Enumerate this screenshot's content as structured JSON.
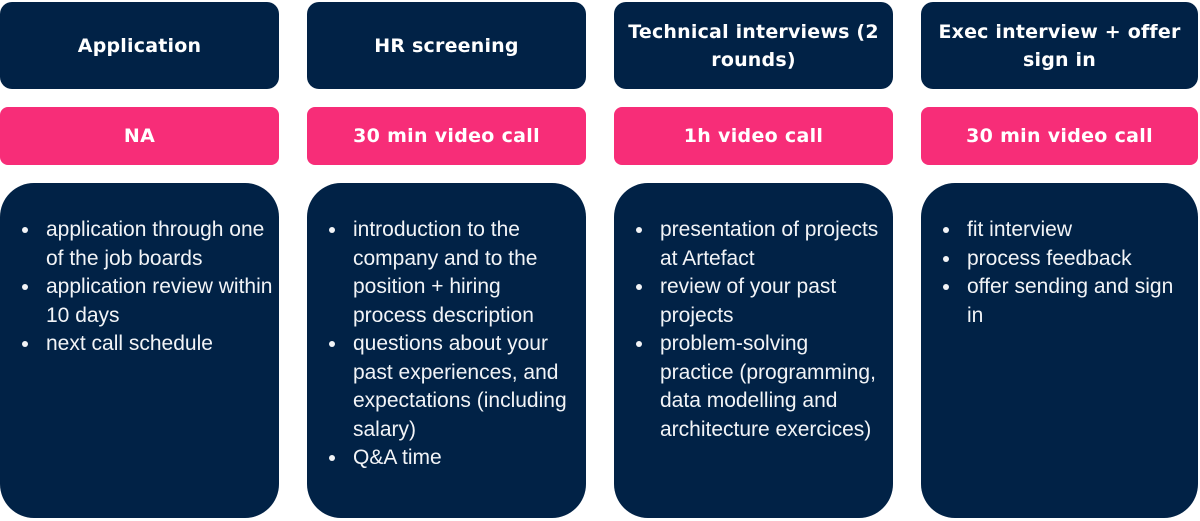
{
  "colors": {
    "navy": "#012246",
    "pink": "#f72d78",
    "text": "#ffffff"
  },
  "stages": [
    {
      "title": "Application",
      "format": "NA",
      "items": [
        "application through one of the job boards",
        "application review within 10 days",
        "next call schedule"
      ]
    },
    {
      "title": "HR screening",
      "format": "30 min video call",
      "items": [
        "introduction to the company and to the position + hiring process description",
        "questions about your past experiences, and expectations (including salary)",
        "Q&A time"
      ]
    },
    {
      "title": "Technical interviews (2 rounds)",
      "format": "1h video call",
      "items": [
        "presentation of projects at Artefact",
        "review of your past projects",
        "problem-solving practice (programming, data modelling and architecture exercices)"
      ]
    },
    {
      "title": "Exec interview + offer sign in",
      "format": "30 min video call",
      "items": [
        "fit interview",
        "process feedback",
        "offer sending and sign in"
      ]
    }
  ]
}
